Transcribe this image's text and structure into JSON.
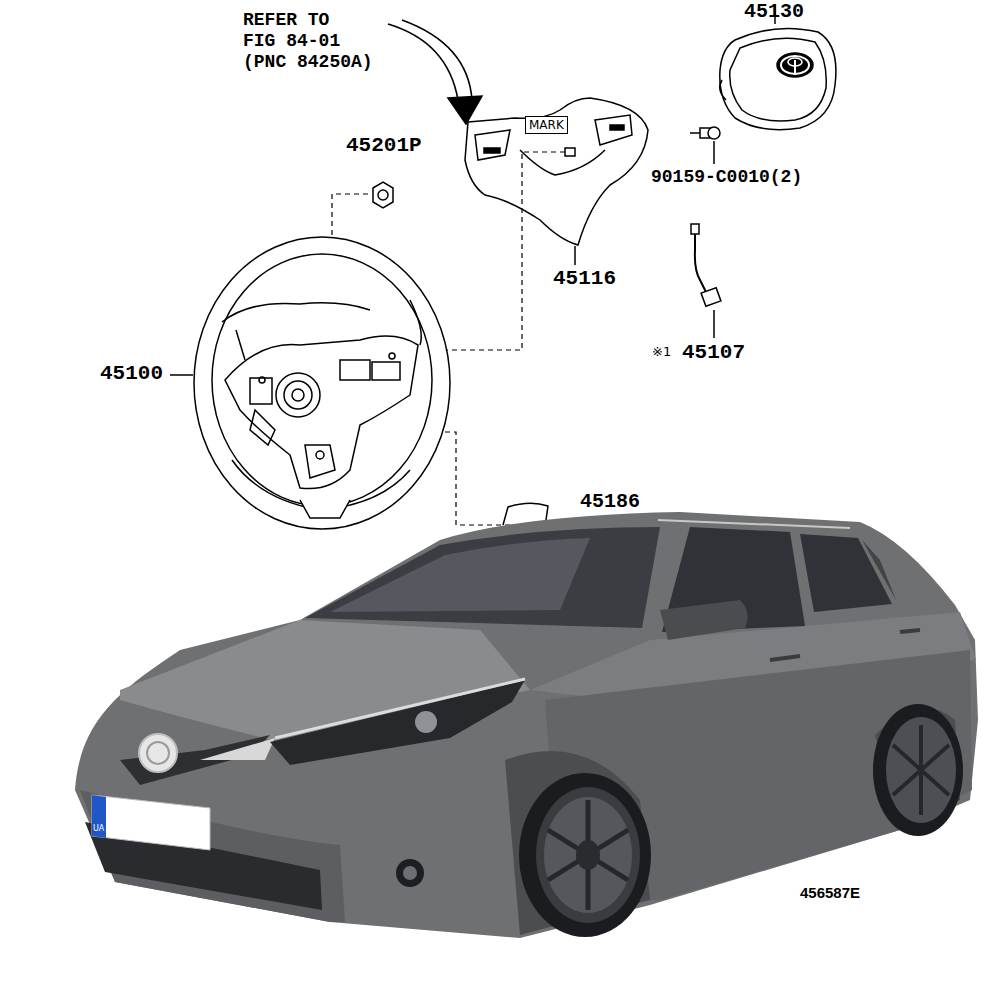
{
  "diagram": {
    "nodes": [
      {
        "text": [
          "MARK"
        ]
      }
    ],
    "labels": [
      "45130",
      "REFER TO FIG 84-01 (PNC 84250A)",
      "45201P",
      "90159-C0010(2)",
      "45116",
      "45100",
      "※1",
      "45107",
      "45186",
      "UA",
      "456587E"
    ]
  }
}
